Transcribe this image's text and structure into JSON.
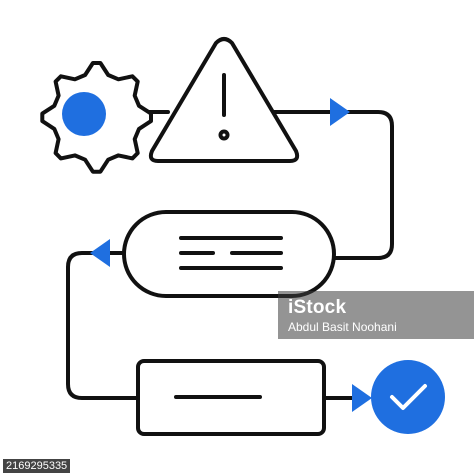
{
  "colors": {
    "accent": "#1f6fe0",
    "stroke": "#111111",
    "background": "#ffffff"
  },
  "icons": {
    "gear": "gear-icon",
    "warning": "warning-triangle-icon",
    "check": "checkmark-circle-icon"
  },
  "watermark": {
    "brand": "iStock",
    "credit": "Abdul Basit Noohani"
  },
  "asset_id": "2169295335"
}
